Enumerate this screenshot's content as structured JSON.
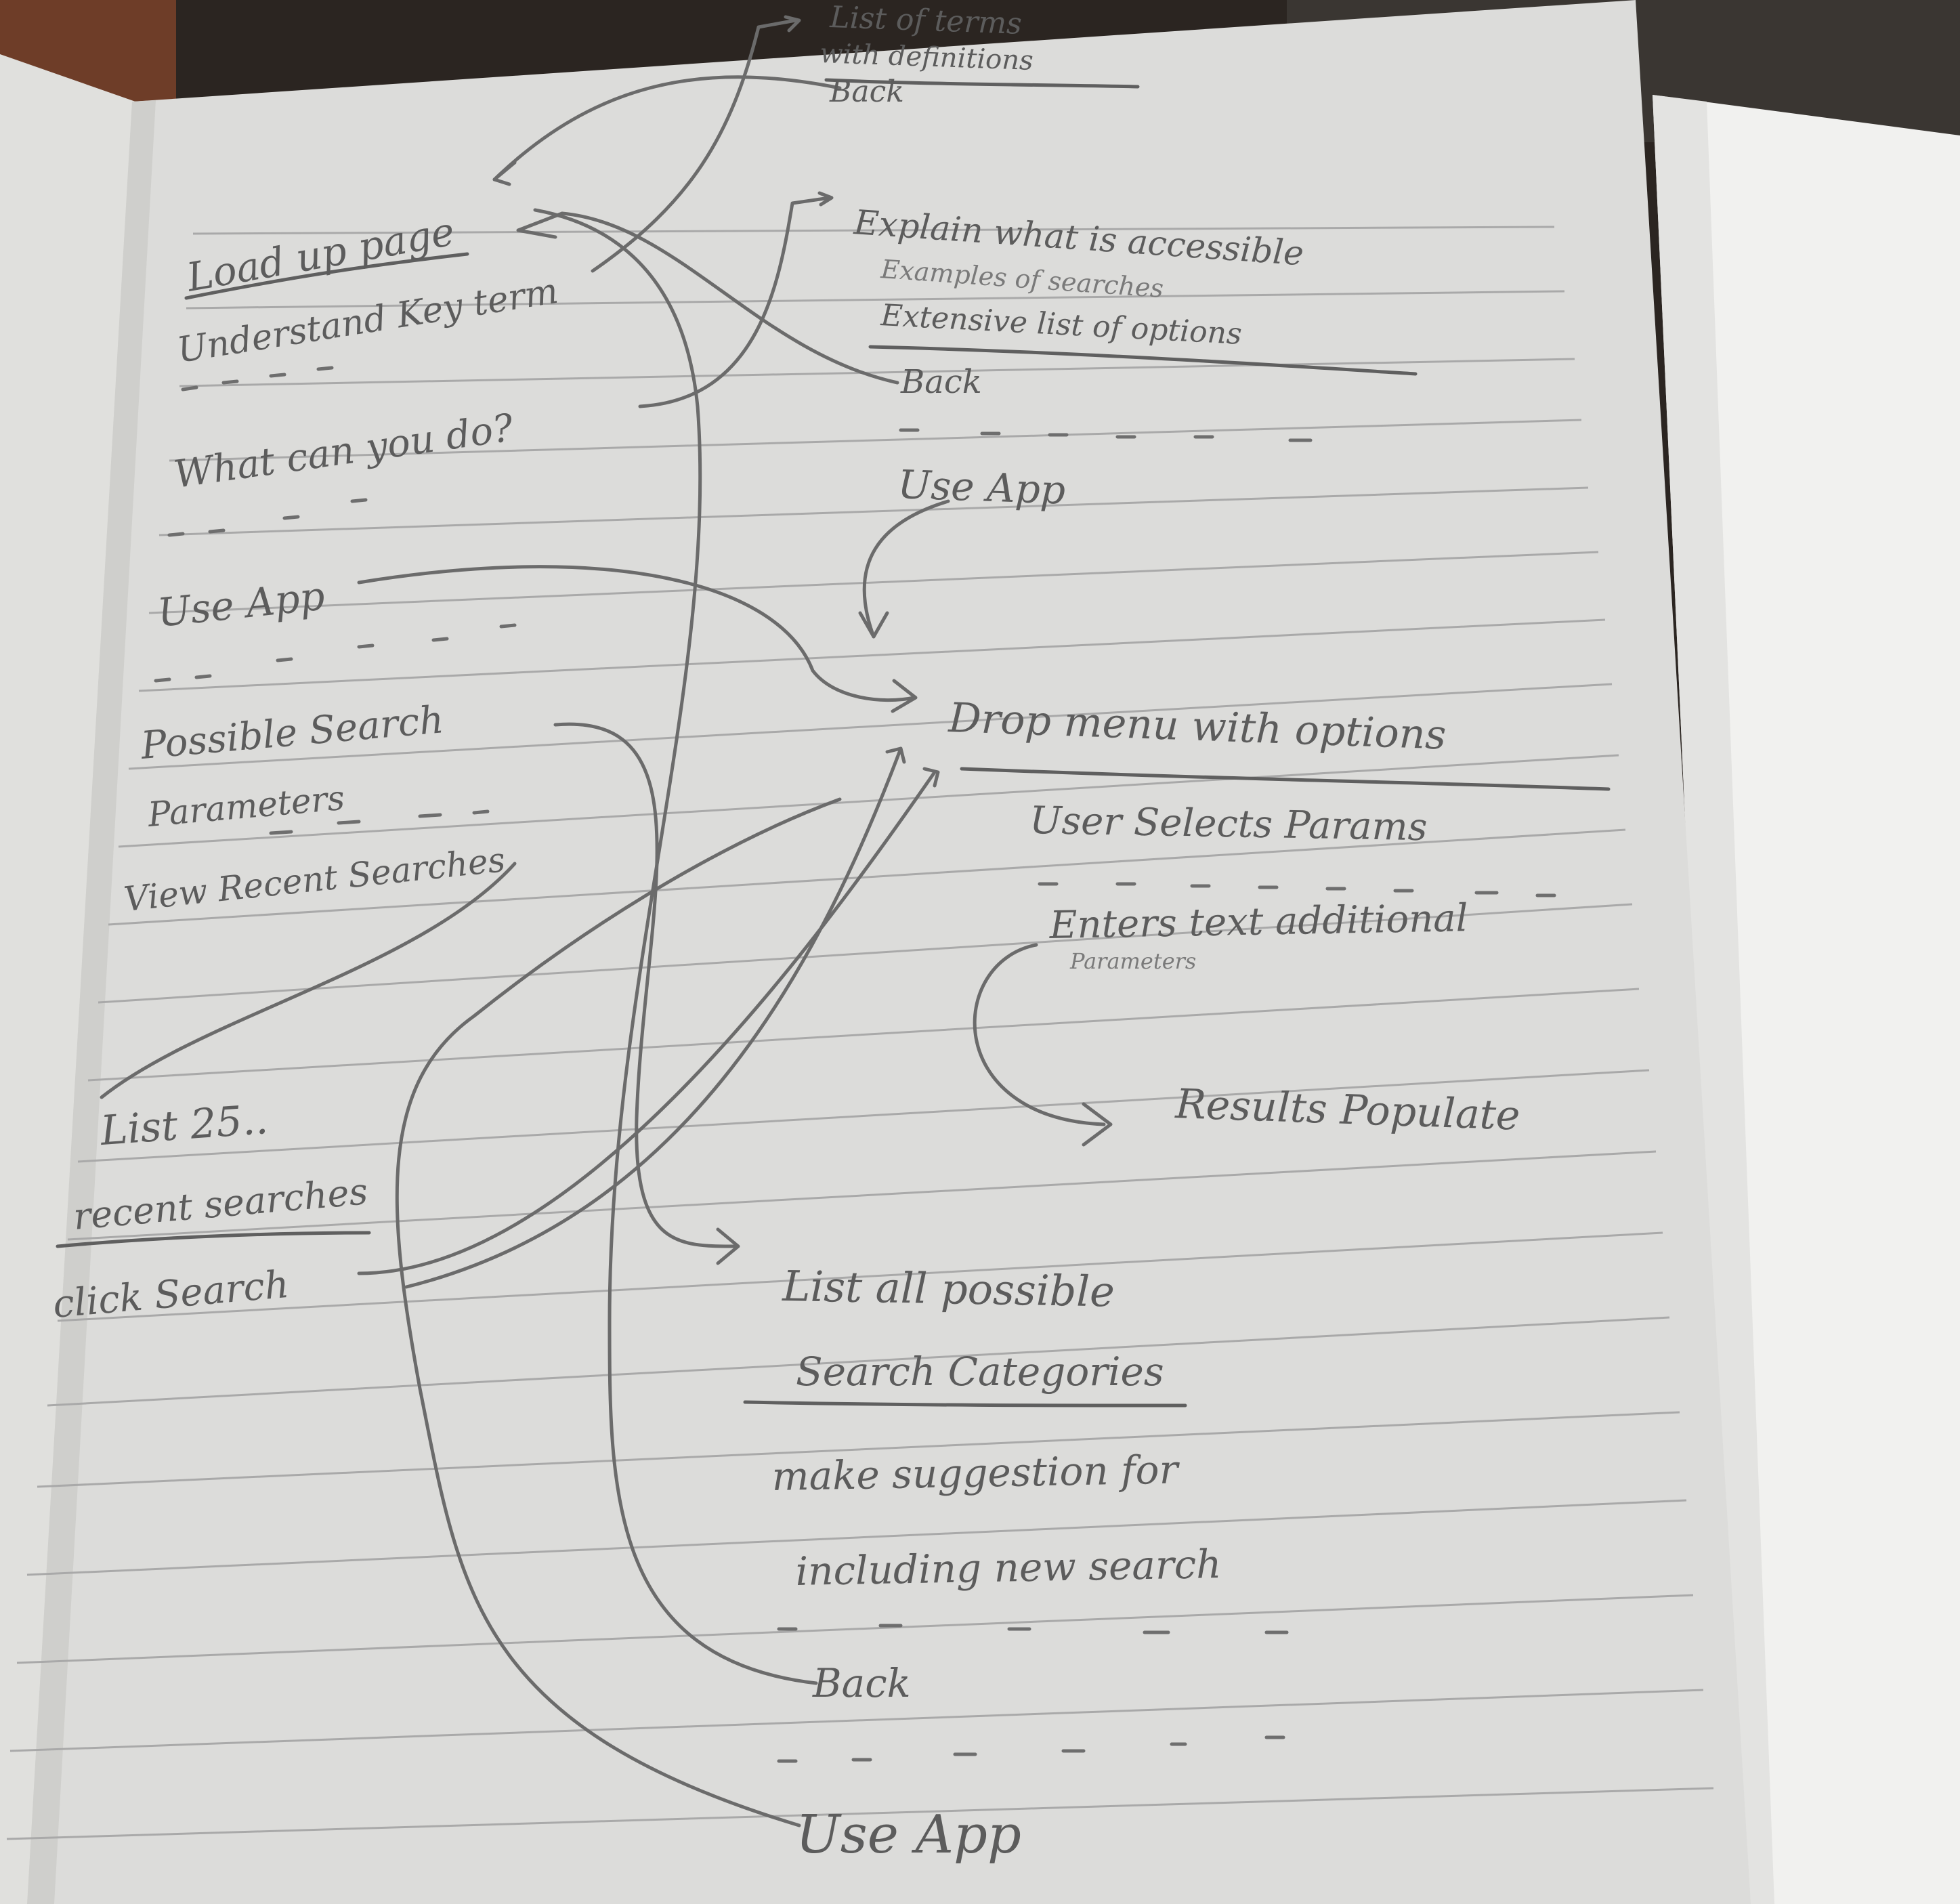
{
  "left_column": {
    "load_up_page": "Load up page",
    "understand_key_term": "Understand Key term",
    "what_can_you_do": "What can you do?",
    "use_app": "Use App",
    "possible_search": "Possible Search",
    "parameters": "Parameters",
    "view_recent_searches": "View Recent Searches",
    "list_25": "List 25..",
    "recent_searches": "recent searches",
    "click_search": "click Search"
  },
  "right_column": {
    "list_of_terms": "List of terms",
    "with_definitions": "with definitions",
    "back_top": "Back",
    "explain_accessible": "Explain what is accessible",
    "examples_searches": "Examples of searches",
    "extensive_list": "Extensive list of options",
    "back_mid": "Back",
    "use_app_mid": "Use App",
    "drop_menu": "Drop menu with options",
    "user_selects": "User Selects Params",
    "enters_text": "Enters text additional",
    "parameters_small": "Parameters",
    "results_populate": "Results Populate",
    "list_all_possible": "List all possible",
    "search_categories": "Search Categories",
    "make_suggestion": "make suggestion for",
    "including_new_search": "including new search",
    "back_bottom": "Back",
    "use_app_bottom": "Use App"
  },
  "colors": {
    "paper": "#dcdcda",
    "pencil": "#5c5c5c",
    "rule_lines": "#a9a9a9",
    "background": "#2b2521"
  }
}
